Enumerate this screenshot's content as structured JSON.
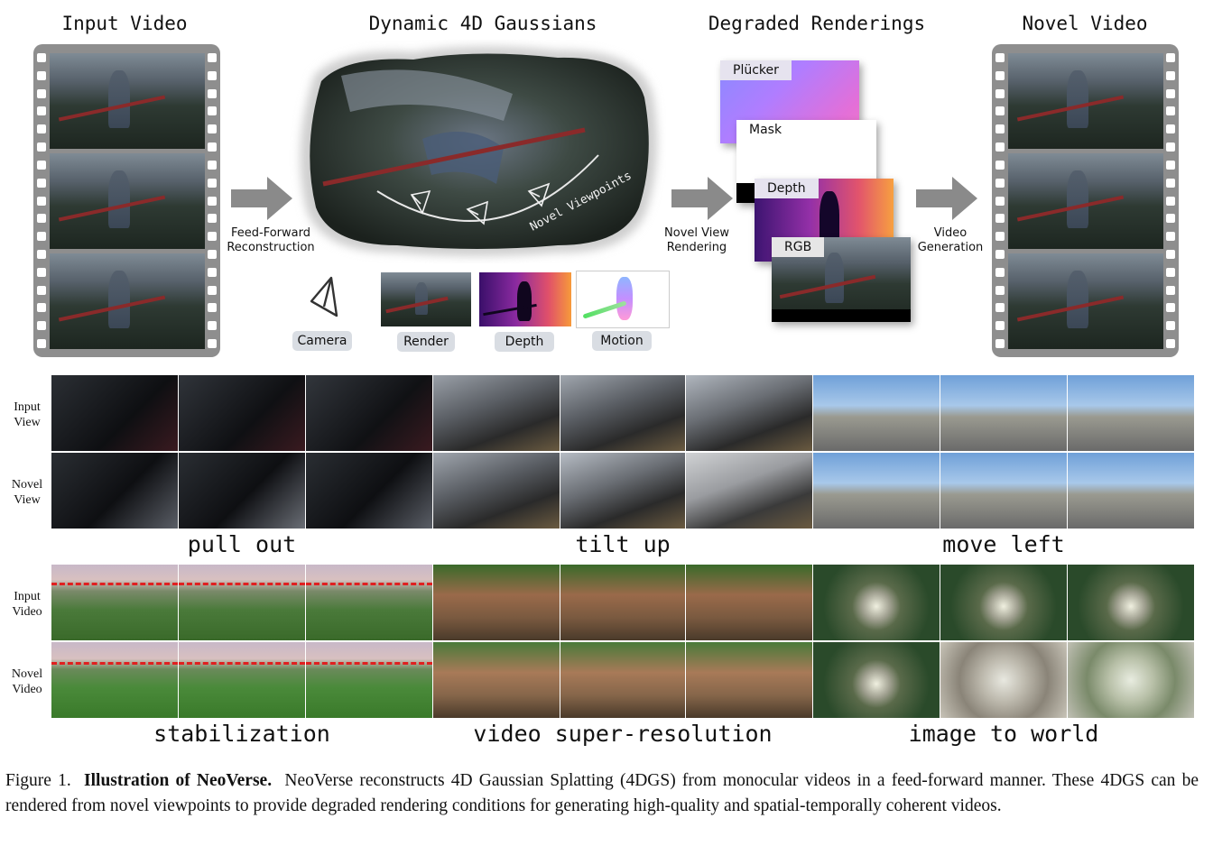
{
  "pipeline": {
    "titles": {
      "input_video": "Input Video",
      "dynamic_4d": "Dynamic 4D Gaussians",
      "degraded": "Degraded Renderings",
      "novel_video": "Novel Video"
    },
    "arrows": {
      "reconstruction": "Feed-Forward\nReconstruction",
      "rendering": "Novel View\nRendering",
      "generation": "Video\nGeneration"
    },
    "novel_viewpoints": "Novel Viewpoints",
    "chips": [
      "Camera",
      "Render",
      "Depth",
      "Motion"
    ],
    "degraded_layers": [
      "Plücker",
      "Mask",
      "Depth",
      "RGB"
    ]
  },
  "grid": {
    "row_labels": [
      "Input\nView",
      "Novel\nView",
      "Input\nVideo",
      "Novel\nVideo"
    ],
    "tasks": [
      "pull out",
      "tilt up",
      "move left",
      "stabilization",
      "video super-resolution",
      "image to world"
    ]
  },
  "caption": {
    "figure": "Figure 1.",
    "title": "Illustration of NeoVerse.",
    "text": "NeoVerse reconstructs 4D Gaussian Splatting (4DGS) from monocular videos in a feed-forward manner. These 4DGS can be rendered from novel viewpoints to provide degraded rendering conditions for generating high-quality and spatial-temporally coherent videos."
  },
  "colors": {
    "film": "#8e8e8e",
    "arrow": "#8a8a8a",
    "chip": "#d9dde3",
    "redline": "#e02020"
  }
}
